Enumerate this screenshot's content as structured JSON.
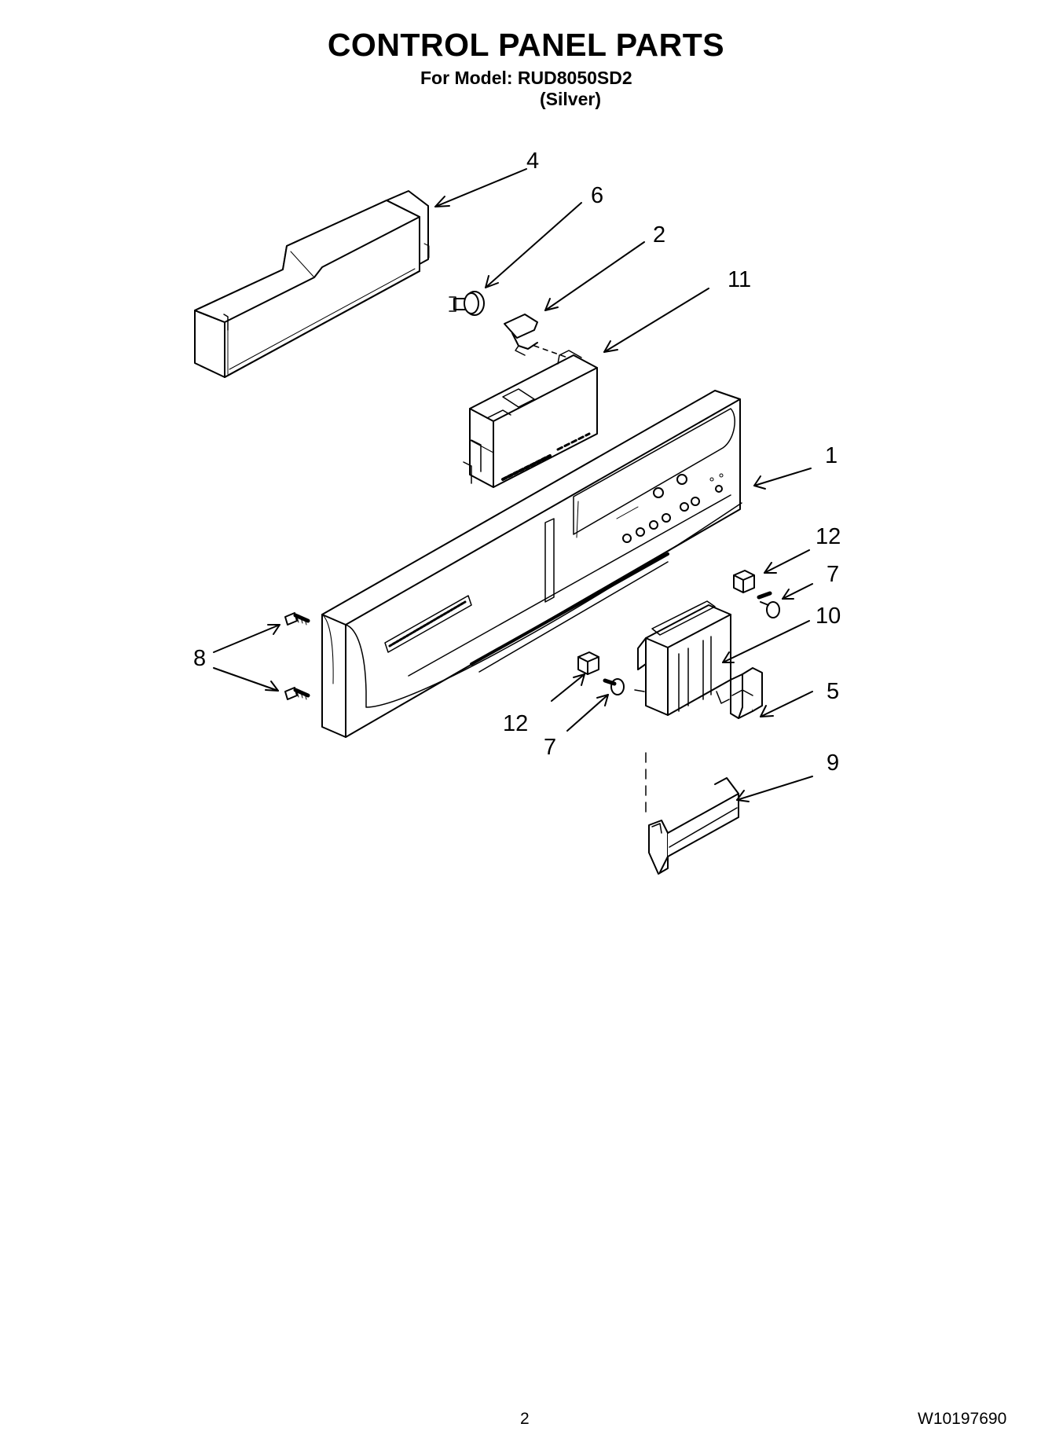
{
  "header": {
    "title": "CONTROL PANEL PARTS",
    "model_line": "For Model: RUD8050SD2",
    "variant": "(Silver)"
  },
  "footer": {
    "page_number": "2",
    "document_number": "W10197690"
  },
  "callouts": {
    "c1": "1",
    "c2": "2",
    "c4": "4",
    "c5": "5",
    "c6": "6",
    "c7a": "7",
    "c7b": "7",
    "c8": "8",
    "c9": "9",
    "c10": "10",
    "c11": "11",
    "c12a": "12",
    "c12b": "12"
  }
}
